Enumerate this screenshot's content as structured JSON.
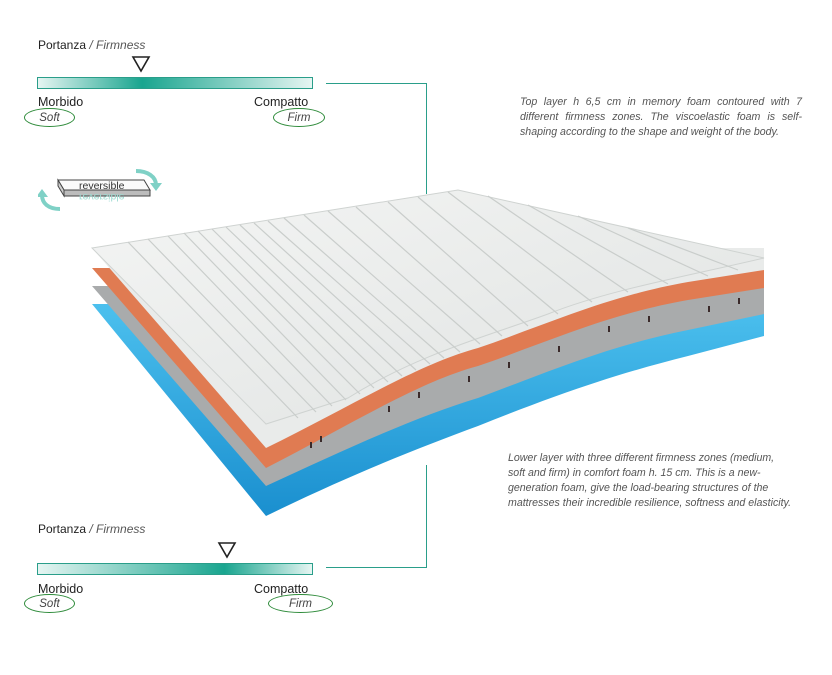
{
  "top_gauge": {
    "title": "Portanza",
    "title_en": "/ Firmness",
    "left_label": "Morbido",
    "left_label_en": "Soft",
    "right_label": "Compatto",
    "right_label_en": "Firm",
    "level": 0.38
  },
  "bottom_gauge": {
    "title": "Portanza",
    "title_en": "/ Firmness",
    "left_label": "Morbido",
    "left_label_en": "Soft",
    "right_label": "Compatto",
    "right_label_en": "Firm",
    "level": 0.68
  },
  "reversible": {
    "label": "reversible",
    "label_mirrored": "reversible"
  },
  "top_description": "Top layer h 6,5 cm  in memory foam contoured with 7 different firmness zones. The viscoelastic foam is self-shaping according to the shape and weight of the body.",
  "bottom_description": "Lower layer with three different firmness zones (medium, soft and firm) in comfort foam h. 15 cm. This is a new-generation foam, give the load-bearing structures of the mattresses their incredible resilience, softness and elasticity.",
  "colors": {
    "accent_teal": "#19a58f",
    "oval_green": "#2e8b3a",
    "foam_white": "#eef0ef",
    "foam_orange": "#e07b52",
    "foam_grey": "#a7a9aa",
    "foam_blue": "#2aa6dc"
  }
}
